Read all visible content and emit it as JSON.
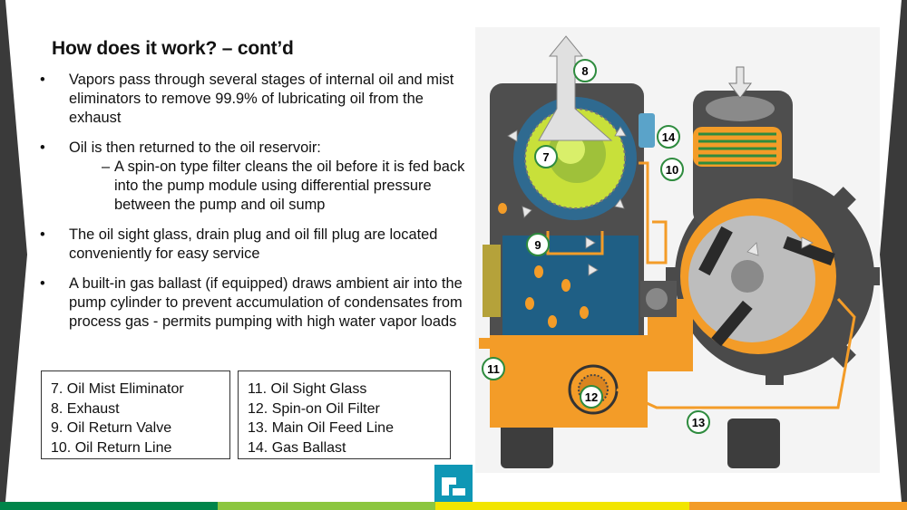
{
  "slide": {
    "title": "How does it work? – cont’d",
    "bullets": [
      {
        "marker": "•",
        "text": "Vapors pass through several stages of internal oil and mist eliminators to remove 99.9% of lubricating oil from the exhaust"
      },
      {
        "marker": "•",
        "text": "Oil is then returned to the oil reservoir:"
      },
      {
        "marker": "•",
        "text": "The oil sight glass, drain plug and oil fill plug are located conveniently for easy service"
      },
      {
        "marker": "•",
        "text": "A built-in gas ballast (if equipped) draws ambient air into the pump cylinder to prevent accumulation of condensates from process gas - permits pumping with high water vapor loads"
      }
    ],
    "sub_bullet": {
      "marker": "–",
      "text": "A spin-on type filter cleans the oil before it is fed back into the pump module using differential pressure between the pump and oil sump"
    },
    "legend_left": [
      "7. Oil Mist Eliminator",
      "8. Exhaust",
      "9. Oil Return Valve",
      "10. Oil Return Line"
    ],
    "legend_right": [
      "11. Oil Sight Glass",
      "12. Spin-on Oil Filter",
      "13. Main Oil Feed Line",
      "14. Gas Ballast"
    ]
  },
  "diagram": {
    "callouts": [
      "7",
      "8",
      "9",
      "10",
      "11",
      "12",
      "13",
      "14"
    ]
  },
  "colors": {
    "footer_stripes": [
      "#00854a",
      "#8cc63f",
      "#f2e500",
      "#f39c28"
    ],
    "oil": "#f39c28",
    "pump_body": "#5a5a5a",
    "logo": "#0f97b5"
  },
  "icons": {
    "logo": "company-logo-icon"
  }
}
